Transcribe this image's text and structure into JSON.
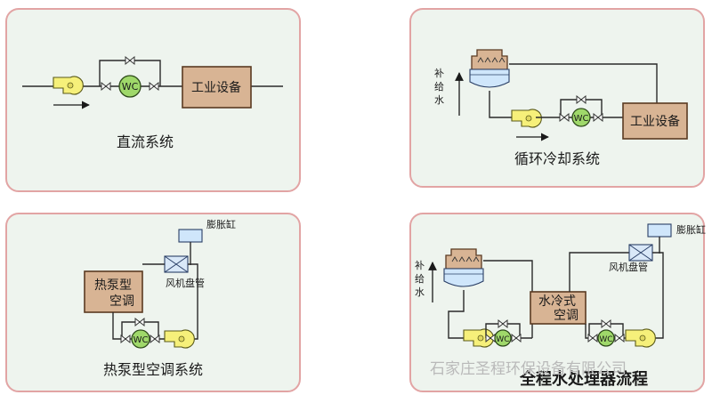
{
  "panels": {
    "direct": {
      "caption": "直流系统",
      "equipment_label": "工业设备",
      "wc_label": "WC"
    },
    "recirculating": {
      "caption": "循环冷却系统",
      "equipment_label": "工业设备",
      "wc_label": "WC",
      "makeup_label": [
        "补",
        "给",
        "水"
      ]
    },
    "heat_pump": {
      "caption": "热泵型空调系统",
      "equipment_label_line1": "热泵型",
      "equipment_label_line2": "空调",
      "expansion_tank_label": "膨胀缸",
      "fan_coil_label": "风机盘管",
      "wc_label": "WC"
    },
    "full_process": {
      "caption": "全程水处理器流程",
      "equipment_label_line1": "水冷式",
      "equipment_label_line2": "空调",
      "expansion_tank_label": "膨胀缸",
      "fan_coil_label": "风机盘管",
      "wc_label": "WC",
      "makeup_label": [
        "补",
        "给",
        "水"
      ]
    }
  },
  "watermark": "石家庄圣程环保设备有限公司",
  "colors": {
    "panel_border": "#e2a4a4",
    "panel_fill": "#eef4ee",
    "equipment": "#d8b494",
    "wc": "#9fd86a",
    "pump": "#f6f07a",
    "water": "#cfe6fb"
  }
}
